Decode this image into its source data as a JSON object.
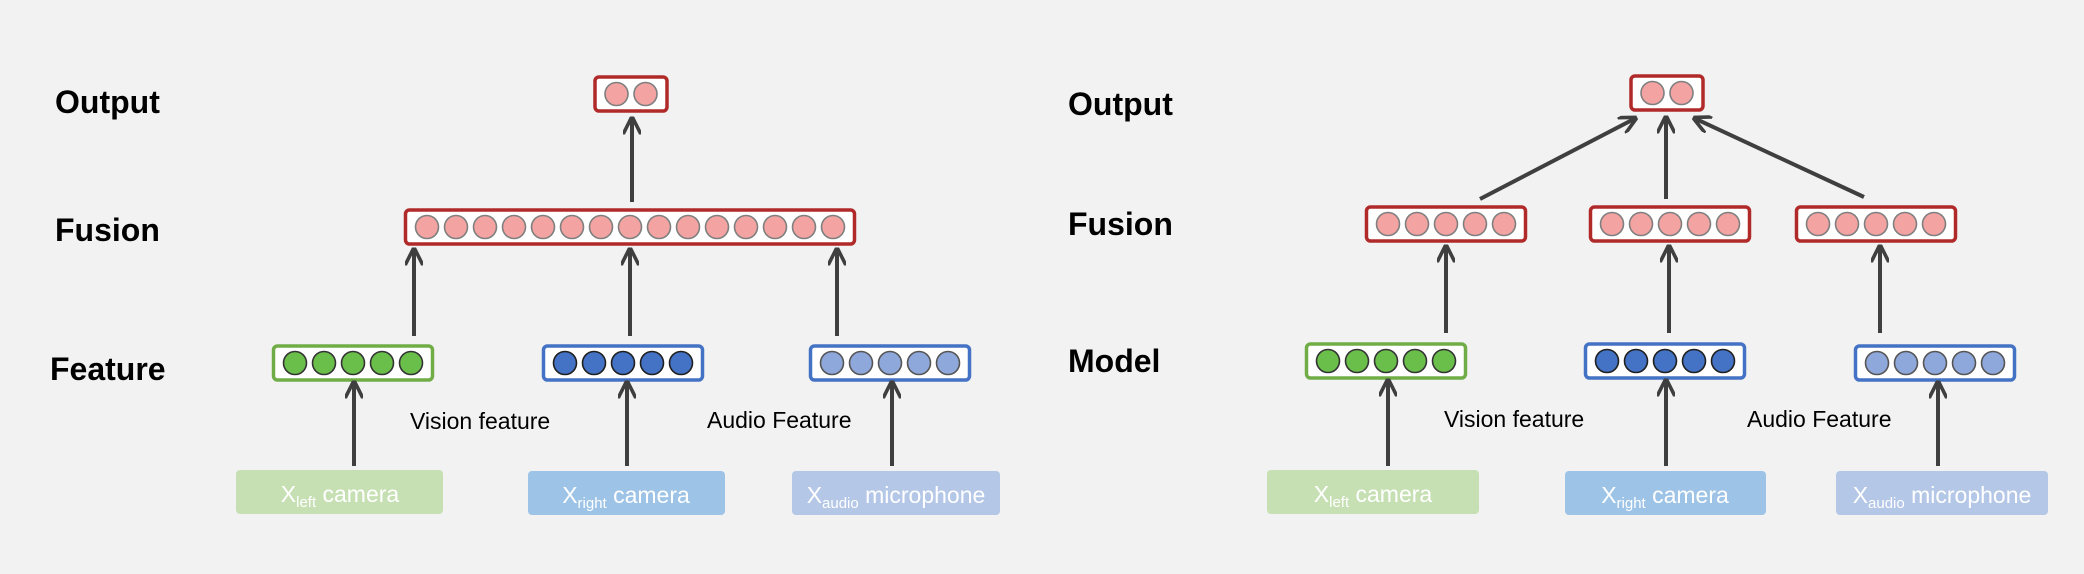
{
  "left_panel": {
    "labels": {
      "output": "Output",
      "fusion": "Fusion",
      "feature": "Feature"
    },
    "notes": {
      "vision": "Vision feature",
      "audio": "Audio Feature"
    },
    "inputs": [
      {
        "main": "X",
        "sub": "left",
        "rest": " camera",
        "color": "#c6e0b4"
      },
      {
        "main": "X",
        "sub": "right",
        "rest": " camera",
        "color": "#9dc3e6"
      },
      {
        "main": "X",
        "sub": "audio",
        "rest": " microphone",
        "color": "#b4c7e7"
      }
    ]
  },
  "right_panel": {
    "labels": {
      "output": "Output",
      "fusion": "Fusion",
      "model": "Model"
    },
    "notes": {
      "vision": "Vision feature",
      "audio": "Audio Feature"
    },
    "inputs": [
      {
        "main": "X",
        "sub": "left",
        "rest": " camera",
        "color": "#c6e0b4"
      },
      {
        "main": "X",
        "sub": "right",
        "rest": " camera",
        "color": "#9dc3e6"
      },
      {
        "main": "X",
        "sub": "audio",
        "rest": " microphone",
        "color": "#b4c7e7"
      }
    ]
  },
  "colors": {
    "red_node": "#f4a3a3",
    "red_border": "#b02a2a",
    "green_node": "#6abf4b",
    "green_border": "#70ad47",
    "blue_node": "#4472c4",
    "blue_border": "#4472c4",
    "lightblue_node": "#8fa8dc",
    "lightblue_border": "#4472c4",
    "arrow": "#3f3f3f"
  }
}
